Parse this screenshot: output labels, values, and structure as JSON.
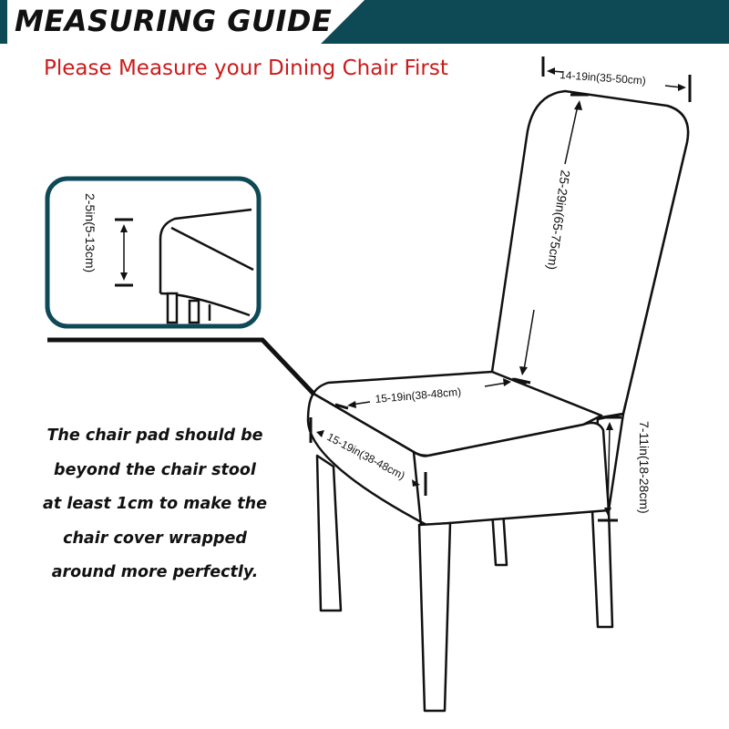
{
  "header": {
    "title": "MEASURING GUIDE"
  },
  "subtitle": "Please Measure your Dining Chair First",
  "note_lines": [
    "The chair pad should be",
    "beyond the chair stool",
    "at least 1cm to make the",
    "chair cover wrapped",
    "around more perfectly."
  ],
  "dimensions": {
    "backrest_width": "14-19in(35-50cm)",
    "backrest_height": "25-29in(65-75cm)",
    "seat_width": "15-19in(38-48cm)",
    "seat_depth": "15-19in(38-48cm)",
    "skirt_height": "7-11in(18-28cm)",
    "cushion_thickness": "2-5in(5-13cm)"
  },
  "colors": {
    "header_teal": "#0e4a56",
    "subtitle_red": "#cc1a1a",
    "inset_border": "#0e4a56",
    "line": "#111111"
  }
}
